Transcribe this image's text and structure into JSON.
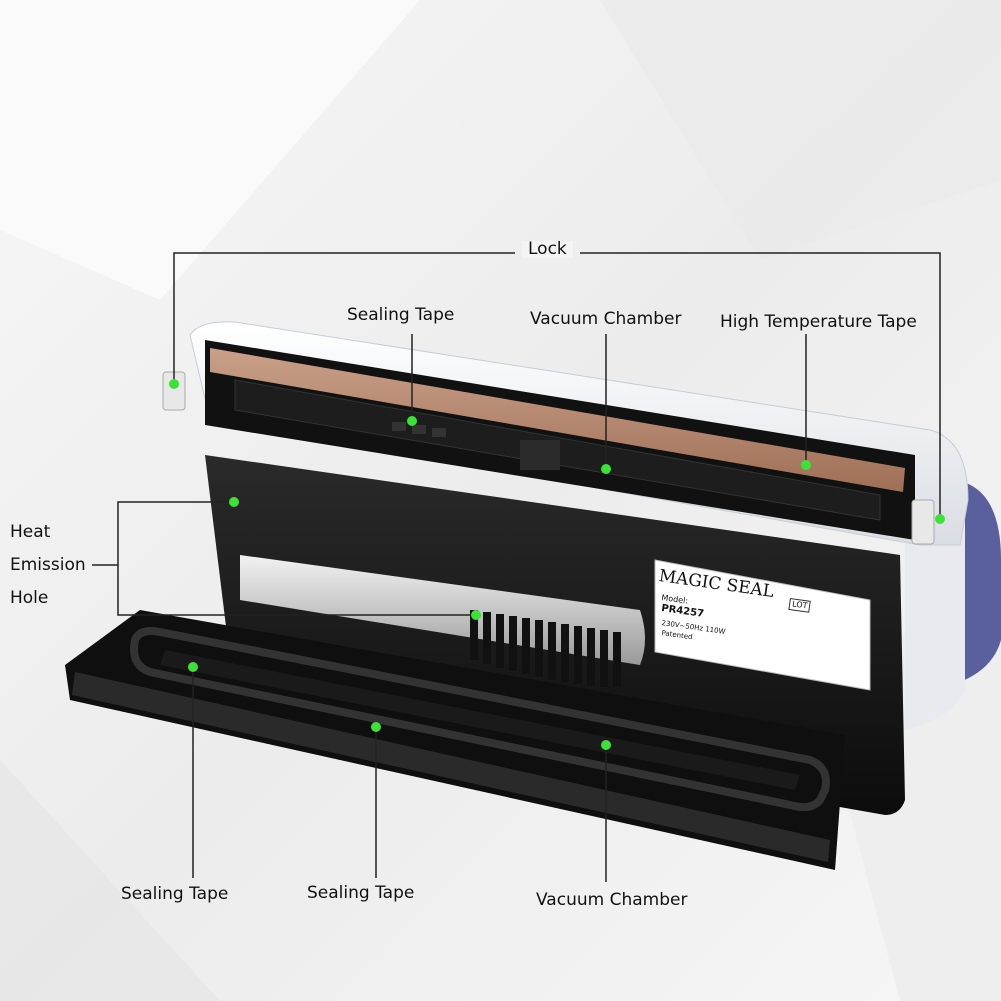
{
  "callouts": {
    "lock": "Lock",
    "sealing_tape_top": "Sealing Tape",
    "vacuum_chamber_top": "Vacuum Chamber",
    "high_temperature_tape": "High Temperature Tape",
    "heat_emission_line1": "Heat",
    "heat_emission_line2": "Emission",
    "heat_emission_line3": "Hole",
    "sealing_tape_bottom_left": "Sealing Tape",
    "sealing_tape_bottom_mid": "Sealing Tape",
    "vacuum_chamber_bottom": "Vacuum Chamber"
  },
  "product_label": {
    "brand": "MAGIC SEAL",
    "model_caption": "Model:",
    "model": "PR4257",
    "rating": "230V~50Hz 110W",
    "patented": "Patented",
    "lot": "LOT"
  },
  "colors": {
    "marker": "#3fe03a",
    "leader_line": "#222222",
    "body_dark": "#151515",
    "lid_white": "#eef0f4",
    "tape_brown": "#b8866a"
  }
}
